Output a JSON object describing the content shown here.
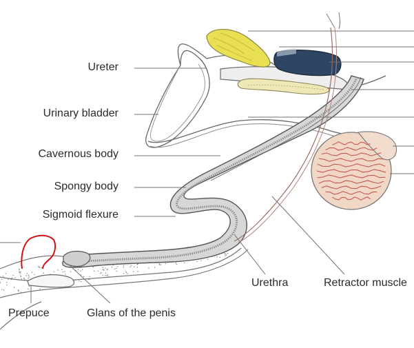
{
  "labels": {
    "ureter": "Ureter",
    "urinary_bladder": "Urinary bladder",
    "cavernous_body": "Cavernous body",
    "spongy_body": "Spongy body",
    "sigmoid_flexure": "Sigmoid flexure",
    "prepuce": "Prepuce",
    "glans": "Glans of the penis",
    "urethra": "Urethra",
    "retractor_muscle": "Retractor muscle"
  },
  "colors": {
    "label_text": "#2a2a2a",
    "leader_line": "#707070",
    "penis_fill": "#d7d7d7",
    "penis_outline": "#555555",
    "urethra_stripe": "#8c8c8c",
    "gland_yellow": "#e8e052",
    "gland_cream": "#efe7b6",
    "gland_navy": "#2e4563",
    "testis_fill": "#f0d7c6",
    "testis_veins": "#c25a4c",
    "annotation_red": "#d41010",
    "skin_stipple": "#7a7a7a"
  }
}
